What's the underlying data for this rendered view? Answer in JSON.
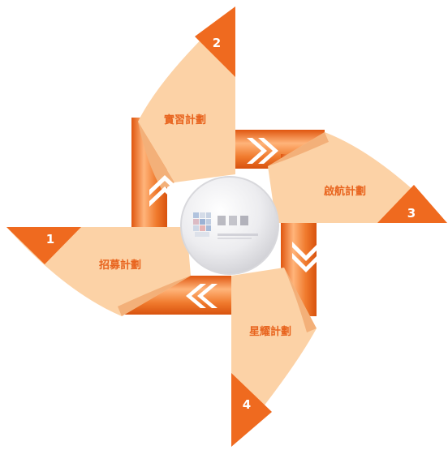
{
  "diagram": {
    "colors": {
      "orange": "#ef6a1f",
      "orange_dark": "#d65412",
      "blade": "#fcd2a6",
      "blade_shadow": "#f6b97f",
      "center": "#e9e9ec"
    },
    "blades": [
      {
        "number": "1",
        "label": "招募計劃"
      },
      {
        "number": "2",
        "label": "實習計劃"
      },
      {
        "number": "3",
        "label": "啟航計劃"
      },
      {
        "number": "4",
        "label": "星耀計劃"
      }
    ],
    "center_logo": {
      "icon": "blurred-logo"
    },
    "arrows": [
      {
        "icon": "double-chevron-up-icon"
      },
      {
        "icon": "double-chevron-right-icon"
      },
      {
        "icon": "double-chevron-down-icon"
      },
      {
        "icon": "double-chevron-left-icon"
      }
    ]
  }
}
